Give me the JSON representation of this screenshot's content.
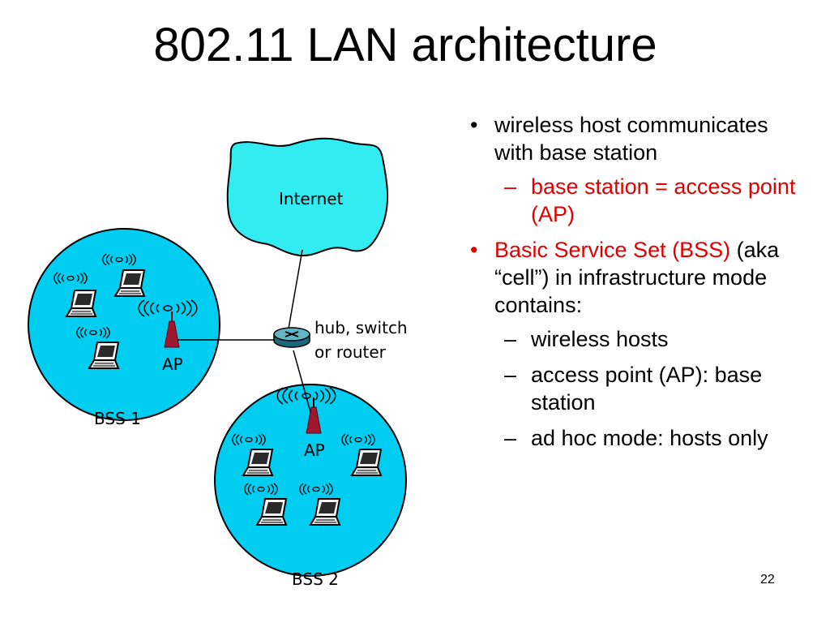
{
  "slide": {
    "title": "802.11 LAN architecture",
    "page_number": "22"
  },
  "diagram": {
    "internet_label": "Internet",
    "hub_label_line1": "hub, switch",
    "hub_label_line2": "or router",
    "bss1_ap_label": "AP",
    "bss2_ap_label": "AP",
    "bss1_label": "BSS 1",
    "bss2_label": "BSS 2",
    "colors": {
      "cloud": "#33ecf2",
      "cell": "#00cdf0",
      "ap": "#a01830",
      "highlight": "#e00000"
    }
  },
  "bullets": [
    {
      "text": "wireless host communicates with base station",
      "color": "black",
      "sub": [
        {
          "text": "base station = access point (AP)",
          "color": "red"
        }
      ]
    },
    {
      "text_red": "Basic Service Set (BSS)",
      "text_rest": " (aka “cell”) in infrastructure mode contains:",
      "sub": [
        {
          "text": "wireless hosts"
        },
        {
          "text": "access point (AP): base station"
        },
        {
          "text": "ad hoc mode: hosts only"
        }
      ]
    }
  ]
}
